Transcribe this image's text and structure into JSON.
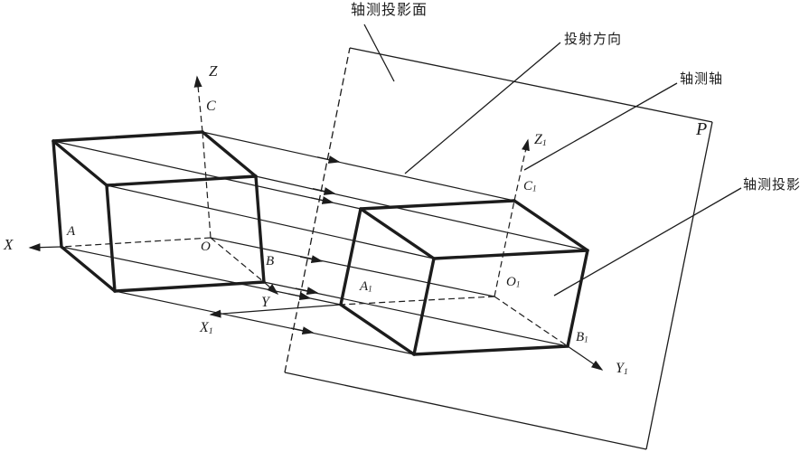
{
  "figure_name": "axonometric-projection-diagram",
  "colors": {
    "background": "#ffffff",
    "line": "#1c1c1c"
  },
  "annotations": {
    "plane_callout": "轴测投影面",
    "direction_callout": "投射方向",
    "axes_callout": "轴测轴",
    "projection_callout": "轴测投影"
  },
  "labels": {
    "P": {
      "base": "P",
      "sub": ""
    },
    "X": {
      "base": "X",
      "sub": ""
    },
    "Y": {
      "base": "Y",
      "sub": ""
    },
    "Z": {
      "base": "Z",
      "sub": ""
    },
    "A": {
      "base": "A",
      "sub": ""
    },
    "B": {
      "base": "B",
      "sub": ""
    },
    "C": {
      "base": "C",
      "sub": ""
    },
    "O": {
      "base": "O",
      "sub": ""
    },
    "X1": {
      "base": "X",
      "sub": "1"
    },
    "Y1": {
      "base": "Y",
      "sub": "1"
    },
    "Z1": {
      "base": "Z",
      "sub": "1"
    },
    "A1": {
      "base": "A",
      "sub": "1"
    },
    "B1": {
      "base": "B",
      "sub": "1"
    },
    "C1": {
      "base": "C",
      "sub": "1"
    },
    "O1": {
      "base": "O",
      "sub": "1"
    }
  }
}
